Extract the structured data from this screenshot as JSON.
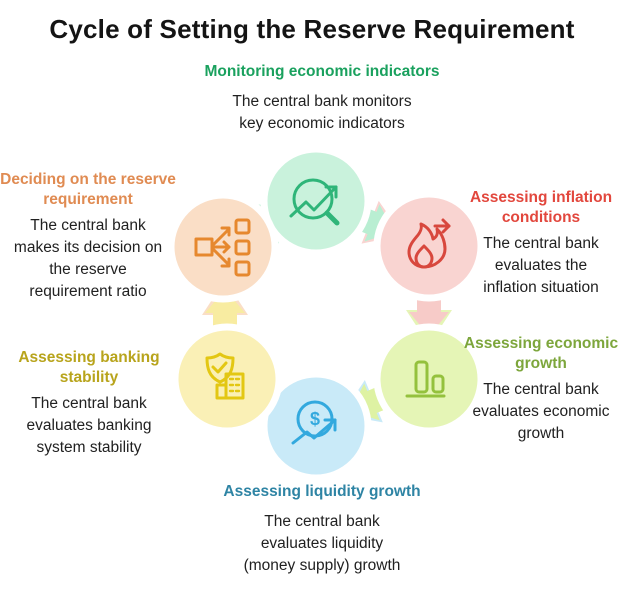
{
  "title": "Cycle of Setting the Reserve Requirement",
  "nodes": [
    {
      "id": "monitoring-economic-indicators",
      "label": "Monitoring economic indicators",
      "description": "The central bank monitors\nkey economic indicators",
      "heading_color": "#1aa15e",
      "circle_color": "#c9f2dc",
      "arrow_color": "#b9eed2",
      "icon": "magnifier-trend-icon",
      "icon_color": "#2fb579"
    },
    {
      "id": "assessing-inflation-conditions",
      "label": "Assessing inflation\nconditions",
      "description": "The central bank\nevaluates the\ninflation situation",
      "heading_color": "#e2473d",
      "circle_color": "#f9d4d1",
      "arrow_color": "#f7cbc8",
      "icon": "flame-arrow-icon",
      "icon_color": "#d8473d"
    },
    {
      "id": "assessing-economic-growth",
      "label": "Assessing economic\ngrowth",
      "description": "The central bank\nevaluates economic\ngrowth",
      "heading_color": "#7da63c",
      "circle_color": "#e5f5b6",
      "arrow_color": "#def2a3",
      "icon": "bar-chart-icon",
      "icon_color": "#94c13d"
    },
    {
      "id": "assessing-liquidity-growth",
      "label": "Assessing liquidity growth",
      "description": "The central bank\nevaluates liquidity\n(money supply) growth",
      "heading_color": "#2e84a4",
      "circle_color": "#c9eaf8",
      "arrow_color": "#b8e3f5",
      "icon": "dollar-trend-icon",
      "icon_color": "#33a9de",
      "icon_glyph": "$"
    },
    {
      "id": "assessing-banking-stability",
      "label": "Assessing banking\nstability",
      "description": "The central bank\nevaluates banking\nsystem stability",
      "heading_color": "#b8a41c",
      "circle_color": "#faf0b6",
      "arrow_color": "#f8eca1",
      "icon": "shield-check-building-icon",
      "icon_color": "#e3c713"
    },
    {
      "id": "deciding-reserve-requirement",
      "label": "Deciding on the reserve\nrequirement",
      "description": "The central bank\nmakes its decision on\nthe reserve\nrequirement ratio",
      "heading_color": "#e08b52",
      "circle_color": "#fadec6",
      "arrow_color": "#f8d3b3",
      "icon": "decision-tree-icon",
      "icon_color": "#e6882e"
    }
  ]
}
